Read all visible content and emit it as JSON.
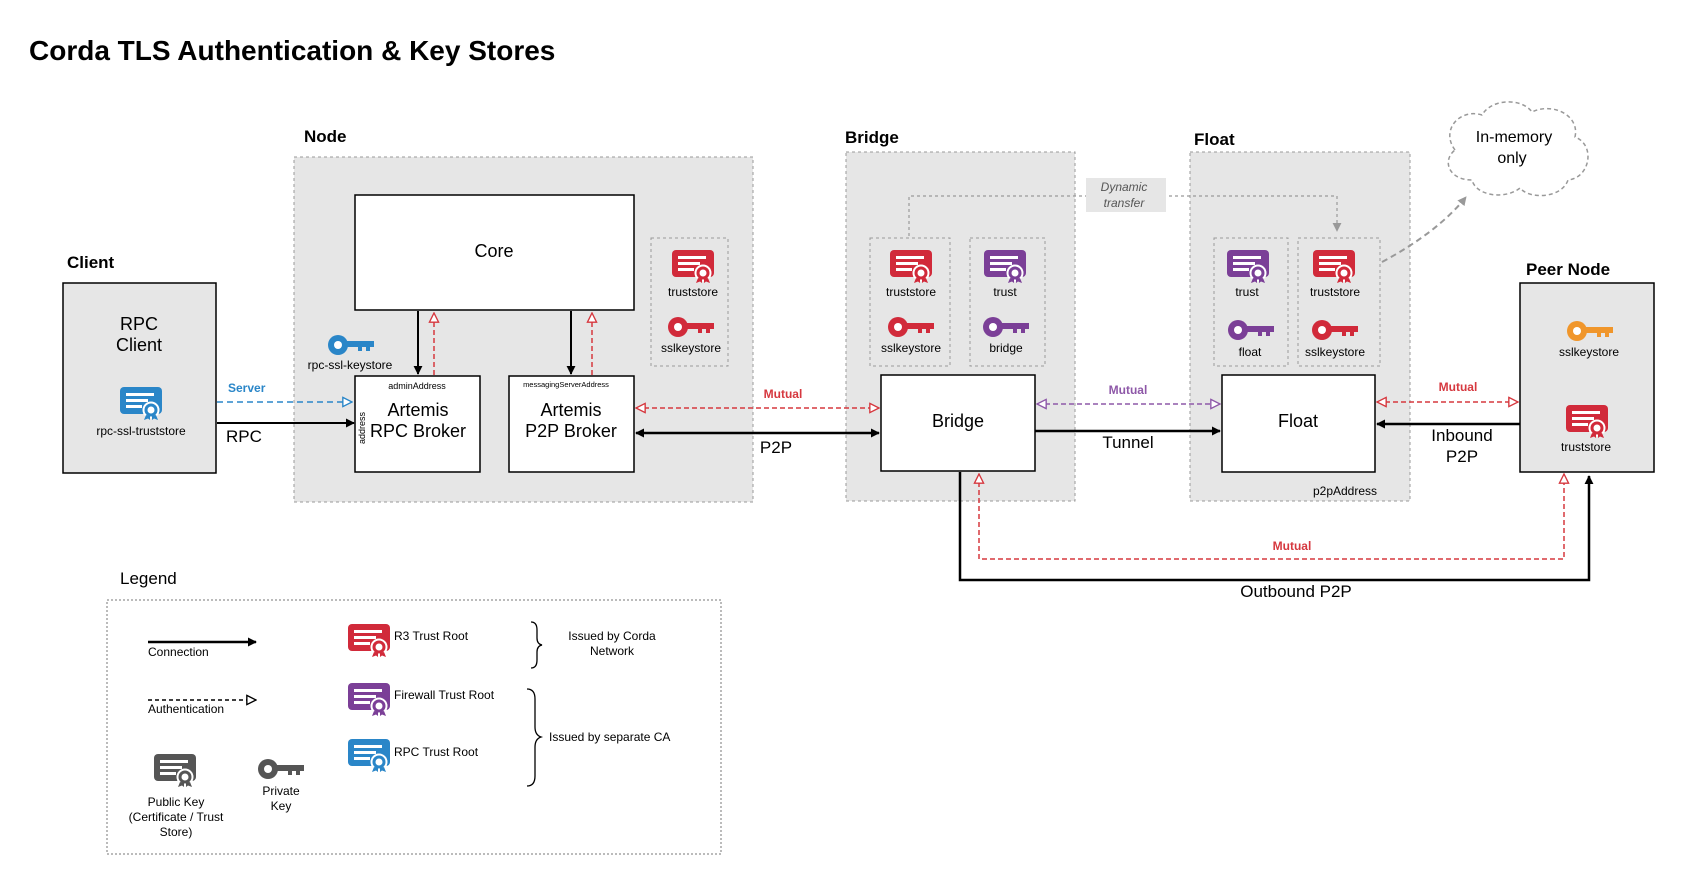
{
  "title": "Corda TLS Authentication & Key Stores",
  "groups": {
    "client": "Client",
    "node": "Node",
    "bridge": "Bridge",
    "float": "Float",
    "peer": "Peer Node"
  },
  "boxes": {
    "rpc_client_l1": "RPC",
    "rpc_client_l2": "Client",
    "core": "Core",
    "rpc_broker_l1": "Artemis",
    "rpc_broker_l2": "RPC Broker",
    "p2p_broker_l1": "Artemis",
    "p2p_broker_l2": "P2P Broker",
    "bridge": "Bridge",
    "float": "Float"
  },
  "small_labels": {
    "admin_address": "adminAddress",
    "messaging_server_address": "messagingServerAddress",
    "address_vertical": "address",
    "p2p_address": "p2pAddress"
  },
  "stores": {
    "rpc_ssl_truststore": "rpc-ssl-truststore",
    "rpc_ssl_keystore": "rpc-ssl-keystore",
    "node_truststore": "truststore",
    "node_sslkeystore": "sslkeystore",
    "bridge_truststore": "truststore",
    "bridge_sslkeystore": "sslkeystore",
    "bridge_trust": "trust",
    "bridge_bridge": "bridge",
    "float_trust": "trust",
    "float_float": "float",
    "float_truststore": "truststore",
    "float_sslkeystore": "sslkeystore",
    "peer_sslkeystore": "sslkeystore",
    "peer_truststore": "truststore"
  },
  "edges": {
    "server": "Server",
    "rpc": "RPC",
    "mutual_node_bridge": "Mutual",
    "p2p": "P2P",
    "mutual_bridge_float": "Mutual",
    "tunnel": "Tunnel",
    "mutual_float_peer": "Mutual",
    "inbound_l1": "Inbound",
    "inbound_l2": "P2P",
    "mutual_bottom": "Mutual",
    "outbound": "Outbound P2P",
    "dynamic_l1": "Dynamic",
    "dynamic_l2": "transfer"
  },
  "cloud": {
    "l1": "In-memory",
    "l2": "only"
  },
  "legend": {
    "title": "Legend",
    "connection": "Connection",
    "authentication": "Authentication",
    "public_key_l1": "Public Key",
    "public_key_l2": "(Certificate / Trust",
    "public_key_l3": "Store)",
    "private_key_l1": "Private",
    "private_key_l2": "Key",
    "r3_trust_root": "R3 Trust Root",
    "firewall_trust_root": "Firewall Trust Root",
    "rpc_trust_root": "RPC Trust Root",
    "issued_corda_l1": "Issued by Corda",
    "issued_corda_l2": "Network",
    "issued_separate": "Issued by separate CA"
  },
  "colors": {
    "red": "#d12a3a",
    "purple": "#7b3f97",
    "blue": "#2a86c8",
    "orange": "#f0962b",
    "grey": "#555555",
    "group_fill": "#e6e6e6",
    "mutual_red": "#d6383f",
    "mutual_purple": "#8e58a8",
    "server_blue": "#2a86c8"
  }
}
